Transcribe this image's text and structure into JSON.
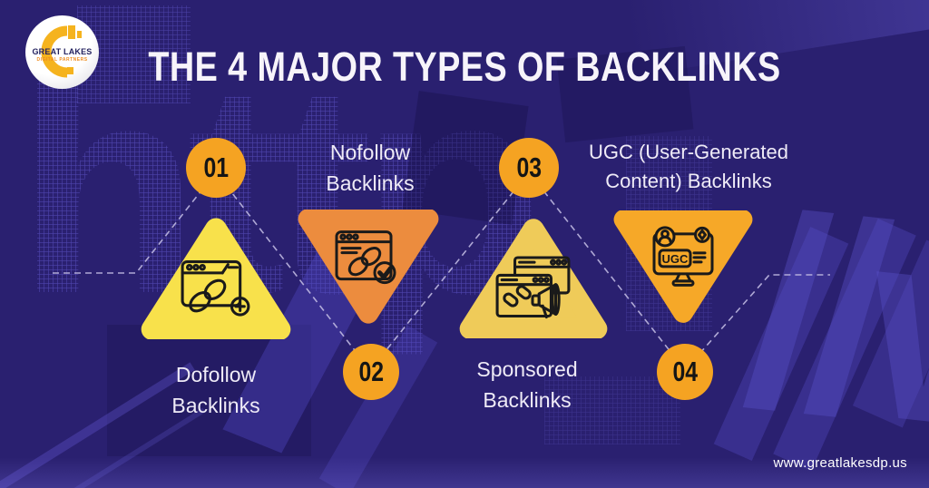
{
  "title": "THE 4 MAJOR TYPES OF BACKLINKS",
  "logo": {
    "name": "GREAT LAKES",
    "subname": "DIGITAL PARTNERS"
  },
  "footer": {
    "website": "www.greatlakesdp.us"
  },
  "background_watermark": {
    "left": "http",
    "right": "//w"
  },
  "colors": {
    "background": "#2A2070",
    "badge": "#F5A322",
    "badge_text": "#151515",
    "title_text": "#F7F4FA",
    "label_text": "#EFEBF7",
    "triangle_dofollow": "#F8E14B",
    "triangle_nofollow": "#EC8C3E",
    "triangle_sponsored": "#EFCB59",
    "triangle_ugc": "#F6A828",
    "icon_stroke": "#1A1A1A",
    "dashed_line": "#C7C1E6"
  },
  "items": [
    {
      "number": "01",
      "label_line1": "Dofollow",
      "label_line2": "Backlinks",
      "icon": "browser-link-plus-icon"
    },
    {
      "number": "02",
      "label_line1": "Nofollow",
      "label_line2": "Backlinks",
      "icon": "browser-link-check-icon"
    },
    {
      "number": "03",
      "label_line1": "Sponsored",
      "label_line2": "Backlinks",
      "icon": "windows-chain-megaphone-icon"
    },
    {
      "number": "04",
      "label_line1": "UGC (User-Generated",
      "label_line2": "Content) Backlinks",
      "icon": "ugc-monitor-icon",
      "screen_label": "UGC"
    }
  ]
}
